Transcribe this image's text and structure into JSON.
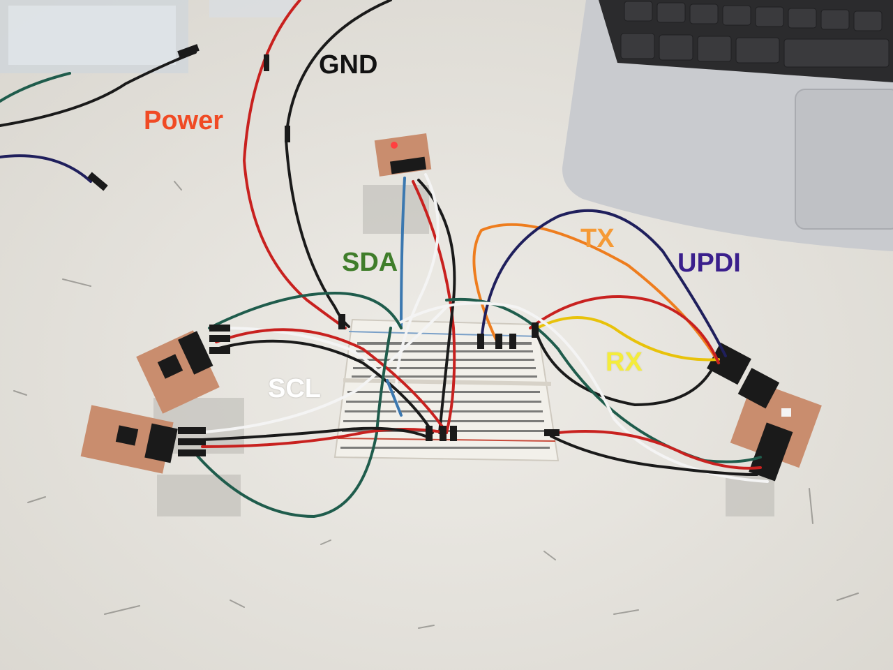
{
  "labels": {
    "power": {
      "text": "Power",
      "color": "#f04a24"
    },
    "gnd": {
      "text": "GND",
      "color": "#121212"
    },
    "sda": {
      "text": "SDA",
      "color": "#3f7d2a"
    },
    "scl": {
      "text": "SCL",
      "color": "#ffffff"
    },
    "tx": {
      "text": "TX",
      "color": "#f59a36"
    },
    "updi": {
      "text": "UPDI",
      "color": "#3a1f8c"
    },
    "rx": {
      "text": "RX",
      "color": "#f4ec3c"
    }
  },
  "colors": {
    "table": "#e6e4df",
    "laptop": "#c9cbcf",
    "keys": "#2b2b2d",
    "pcb": "#c98d6e",
    "breadboard": "#f2f0ea",
    "wire_red": "#c8211f",
    "wire_black": "#1a1a1a",
    "wire_green": "#1f5c4c",
    "wire_white": "#f4f4f4",
    "wire_orange": "#ee7d1e",
    "wire_yellow": "#e8c20a",
    "wire_navy": "#1f1f5c",
    "wire_blue": "#3b78b0"
  }
}
